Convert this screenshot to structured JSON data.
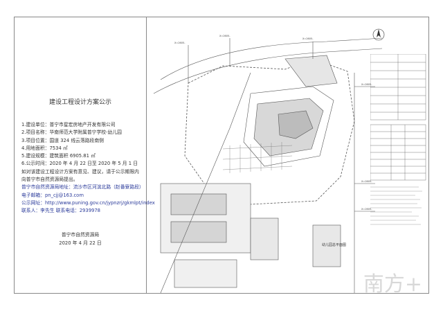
{
  "notice": {
    "title": "建设工程设计方案公示",
    "lines": [
      "1.建设单位：普宁市星宏房地产开发有限公司",
      "2.项目名称：华南师范大学附属普宁学校-幼儿园",
      "3.项目位置：国道 324 线云落路段南侧",
      "4.用地面积：7534 ㎡",
      "5.建设规模：建筑面积 6905.81 ㎡",
      "6.公示时间：2020 年 4 月 22 日至 2020 年 5 月 1 日",
      "如对该建设工程设计方案有意见、建议，请于公示期限内",
      "向普宁市自然资源局提出。",
      "普宁市自然资源局地址：流沙市区河滨北路（赵番寮路段）",
      "电子邮箱：",
      "公示网址：",
      "联系人：李先生    联系电话：2939978"
    ],
    "email": "pn_cjj@163.com",
    "url": "http://www.puning.gov.cn/jypnzrj/gkmlpt/index",
    "signer": "普宁市自然资源局",
    "date": "2020 年 4 月 22 日"
  },
  "drawing": {
    "caption": "幼儿园总平面图"
  },
  "watermark": "南方+"
}
